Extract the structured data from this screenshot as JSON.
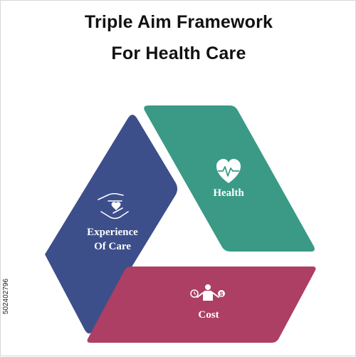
{
  "title": {
    "line1": "Triple Aim Framework",
    "line2": "For Health Care"
  },
  "segments": {
    "experience": {
      "label_line1": "Experience",
      "label_line2": "Of Care",
      "color": "#3c4f8b",
      "icon": "hands-heart-icon"
    },
    "health": {
      "label": "Health",
      "color": "#3a9a86",
      "icon": "heart-pulse-icon"
    },
    "cost": {
      "label": "Cost",
      "color": "#ac3f63",
      "icon": "person-clock-dollar-icon"
    }
  },
  "side_text": "502402796"
}
